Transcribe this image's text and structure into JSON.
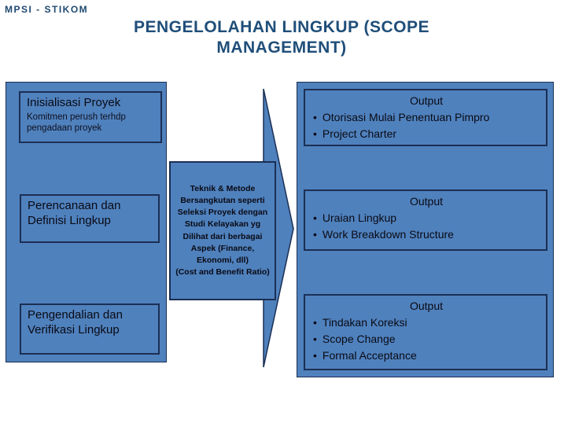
{
  "slide": {
    "course_label": "MPSI - STIKOM",
    "title": "PENGELOLAHAN LINGKUP (SCOPE MANAGEMENT)",
    "bullet_glyph": "•",
    "colors": {
      "steel_blue": "#4F81BD",
      "dark_navy_border": "#1B2F54",
      "title_blue": "#1F4E79"
    }
  },
  "phases": [
    {
      "name": "Inisialisasi Proyek",
      "description": "Komitmen perush terhdp pengadaan proyek"
    },
    {
      "name": "Perencanaan dan Definisi Lingkup",
      "description": ""
    },
    {
      "name": "Pengendalian dan Verifikasi Lingkup",
      "description": ""
    }
  ],
  "method_note": "Teknik & Metode\nBersangkutan seperti\nSeleksi Proyek dengan\nStudi Kelayakan yg\nDilihat dari berbagai\nAspek (Finance,\nEkonomi, dll)\n(Cost and Benefit Ratio)",
  "outputs": [
    {
      "heading": "Output",
      "items": [
        "Otorisasi Mulai Penentuan Pimpro",
        "Project Charter"
      ]
    },
    {
      "heading": "Output",
      "items": [
        "Uraian Lingkup",
        "Work Breakdown Structure"
      ]
    },
    {
      "heading": "Output",
      "items": [
        "Tindakan Koreksi",
        "Scope Change",
        "Formal Acceptance"
      ]
    }
  ]
}
